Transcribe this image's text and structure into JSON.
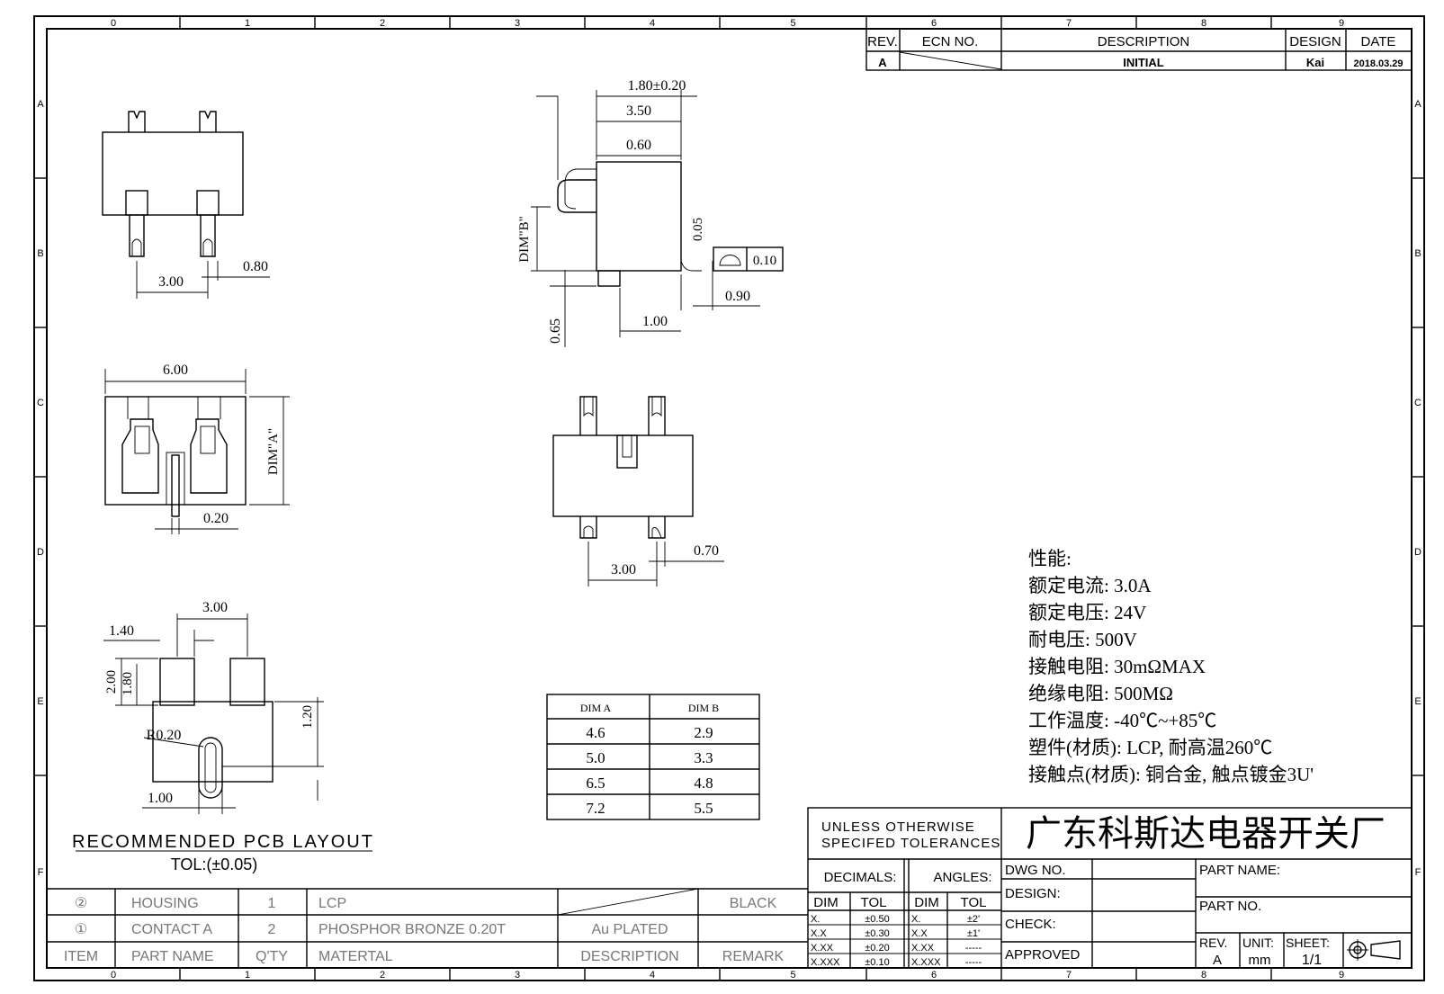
{
  "zones": {
    "cols": [
      "0",
      "1",
      "2",
      "3",
      "4",
      "5",
      "6",
      "7",
      "8",
      "9"
    ],
    "rows": [
      "A",
      "B",
      "C",
      "D",
      "E",
      "F"
    ]
  },
  "revision_table": {
    "headers": [
      "REV.",
      "ECN NO.",
      "DESCRIPTION",
      "DESIGN",
      "DATE"
    ],
    "row": [
      "A",
      "",
      "INITIAL",
      "Kai",
      "2018.03.29"
    ]
  },
  "dims": {
    "top_pitch": "3.00",
    "top_pin": "0.80",
    "side_total": "1.80±0.20",
    "side_body": "3.50",
    "side_inner": "0.60",
    "side_dimb": "DIM\"B\"",
    "side_flat": "0.05",
    "side_flat_tol": "0.10",
    "side_pin": "0.90",
    "side_bottom": "1.00",
    "side_stand": "0.65",
    "bottom_width": "6.00",
    "bottom_dima": "DIM\"A\"",
    "bottom_tab": "0.20",
    "front_pitch": "3.00",
    "front_pin": "0.70",
    "pcb_pitch": "3.00",
    "pcb_pad": "1.40",
    "pcb_h1": "2.00",
    "pcb_h2": "1.80",
    "pcb_offset": "1.20",
    "pcb_radius": "R0.20",
    "pcb_slot": "1.00"
  },
  "pcb_layout": {
    "title": "RECOMMENDED PCB LAYOUT",
    "tol": "TOL:(±0.05)"
  },
  "dim_table": {
    "headers": [
      "DIM A",
      "DIM B"
    ],
    "rows": [
      [
        "4.6",
        "2.9"
      ],
      [
        "5.0",
        "3.3"
      ],
      [
        "6.5",
        "4.8"
      ],
      [
        "7.2",
        "5.5"
      ]
    ]
  },
  "specs": [
    "性能:",
    "额定电流: 3.0A",
    "额定电压: 24V",
    "耐电压: 500V",
    "接触电阻: 30mΩMAX",
    "绝缘电阻: 500MΩ",
    "工作温度: -40℃~+85℃",
    "塑件(材质): LCP, 耐高温260℃",
    "接触点(材质): 铜合金, 触点镀金3U'"
  ],
  "bom": {
    "rows": [
      {
        "item": "②",
        "name": "HOUSING",
        "qty": "1",
        "material": "LCP",
        "description": "",
        "remark": "BLACK"
      },
      {
        "item": "①",
        "name": "CONTACT A",
        "qty": "2",
        "material": "PHOSPHOR BRONZE 0.20T",
        "description": "Au PLATED",
        "remark": ""
      }
    ],
    "headers": {
      "item": "ITEM",
      "name": "PART NAME",
      "qty": "Q'TY",
      "material": "MATERTAL",
      "description": "DESCRIPTION",
      "remark": "REMARK"
    }
  },
  "title_block": {
    "tolerance_title_1": "UNLESS OTHERWISE",
    "tolerance_title_2": "SPECIFED TOLERANCES",
    "company": "广东科斯达电器开关厂",
    "decimals": "DECIMALS:",
    "angles": "ANGLES:",
    "dim": "DIM",
    "tol": "TOL",
    "dec_rows": [
      [
        "X.",
        "±0.50"
      ],
      [
        "X.X",
        "±0.30"
      ],
      [
        "X.XX",
        "±0.20"
      ],
      [
        "X.XXX",
        "±0.10"
      ]
    ],
    "ang_rows": [
      [
        "X.",
        "±2'"
      ],
      [
        "X.X",
        "±1'"
      ],
      [
        "X.XX",
        "-----"
      ],
      [
        "X.XXX",
        "-----"
      ]
    ],
    "dwg_no": "DWG NO.",
    "design": "DESIGN:",
    "check": "CHECK:",
    "approved": "APPROVED",
    "part_name": "PART NAME:",
    "part_no": "PART NO.",
    "rev_label": "REV.",
    "rev_value": "A",
    "unit_label": "UNIT:",
    "unit_value": "mm",
    "sheet_label": "SHEET:",
    "sheet_value": "1/1"
  }
}
